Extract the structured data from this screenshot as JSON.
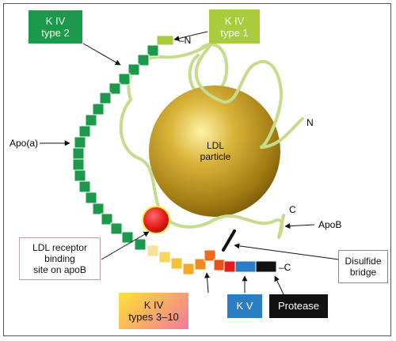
{
  "labels": {
    "kiv_type2": "K IV\ntype 2",
    "kiv_type1": "K IV\ntype 1",
    "n_terminus_apoa": "–N",
    "n_terminus_apob": "N",
    "apo_a": "Apo(a)",
    "ldl_particle": "LDL\nparticle",
    "c_terminus_apob": "C",
    "apob": "ApoB",
    "receptor_site": "LDL receptor\nbinding\nsite on apoB",
    "disulfide": "Disulfide\nbridge",
    "c_terminus_apoa": "–C",
    "kiv_types": "K IV\ntypes 3–10",
    "kv": "K V",
    "protease": "Protease"
  },
  "colors": {
    "kiv_type2": "#1a9a4a",
    "kiv_type1": "#a8cc3c",
    "ldl_particle": "#c9a020",
    "apob_strand": "#c6dc8c",
    "receptor_site": "#e31b1b",
    "kv": "#2a7fc4",
    "protease": "#111111",
    "kiv_gradient_start": "#ffe23a",
    "kiv_gradient_end": "#f07aa0"
  },
  "icons": {
    "pointer": "arrow-icon"
  }
}
